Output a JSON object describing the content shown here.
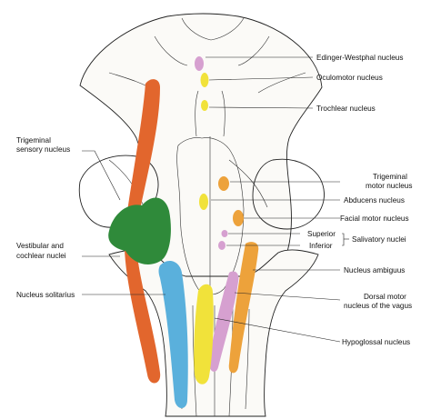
{
  "labels_left": {
    "trigeminal_sensory_1": "Trigeminal",
    "trigeminal_sensory_2": "sensory nucleus",
    "vestibular_1": "Vestibular and",
    "vestibular_2": "cochlear nuclei",
    "solitarius": "Nucleus solitarius"
  },
  "labels_right": {
    "edinger": "Edinger-Westphal nucleus",
    "oculomotor": "Oculomotor nucleus",
    "trochlear": "Trochlear nucleus",
    "trigeminal_motor_1": "Trigeminal",
    "trigeminal_motor_2": "motor nucleus",
    "abducens": "Abducens nucleus",
    "facial": "Facial motor nucleus",
    "superior": "Superior",
    "inferior": "Inferior",
    "salivatory": "Salivatory nuclei",
    "ambiguus": "Nucleus ambiguus",
    "dorsal_1": "Dorsal motor",
    "dorsal_2": "nucleus of the vagus",
    "hypoglossal": "Hypoglossal nucleus"
  },
  "colors": {
    "sensory_orange": "#e2662d",
    "vestibular_green": "#2f8a3a",
    "solitarius_blue": "#5ab0dc",
    "motor_yellow": "#f1e23a",
    "autonomic_pink": "#d6a0d0",
    "motor_orange": "#eda23b"
  }
}
